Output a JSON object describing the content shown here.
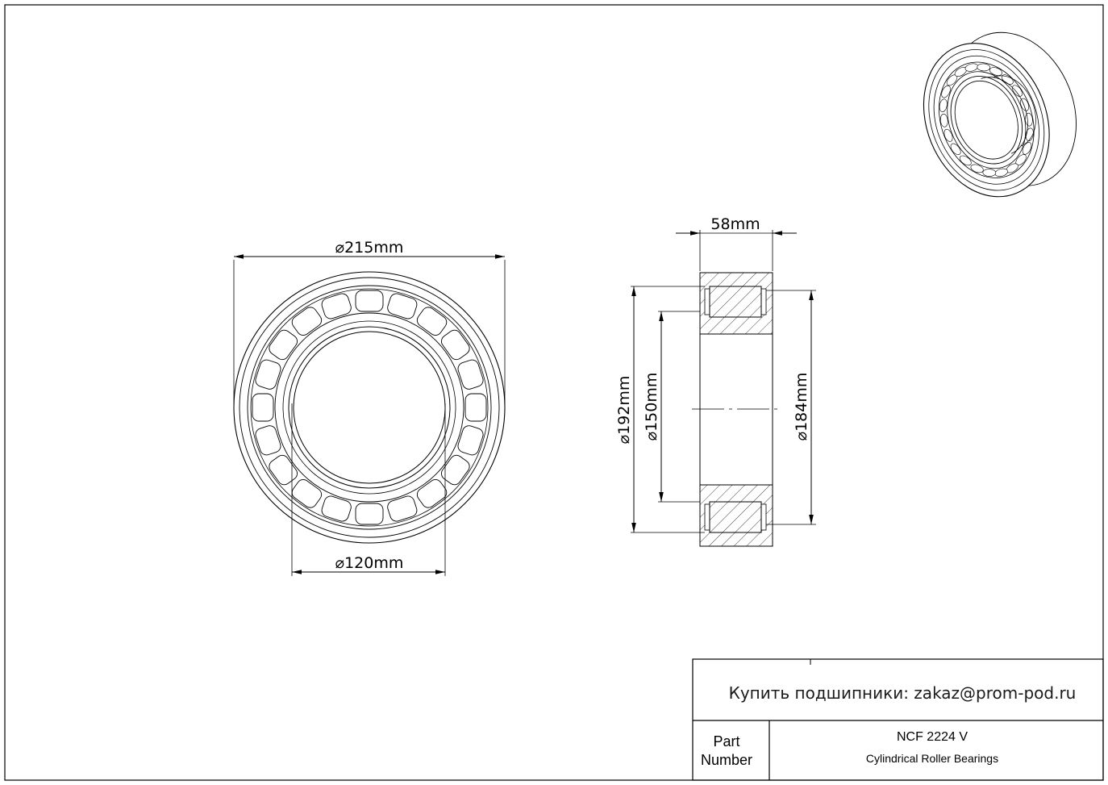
{
  "dimensions": {
    "outer_diameter": "215mm",
    "bore_diameter": "120mm",
    "width": "58mm",
    "d192": "192mm",
    "d150": "150mm",
    "d184": "184mm",
    "diameter_symbol": "⌀"
  },
  "title_block": {
    "contact": "Купить подшипники: zakaz@prom-pod.ru",
    "part_label_line1": "Part",
    "part_label_line2": "Number",
    "part_number": "NCF 2224 V",
    "description": "Cylindrical Roller Bearings"
  }
}
